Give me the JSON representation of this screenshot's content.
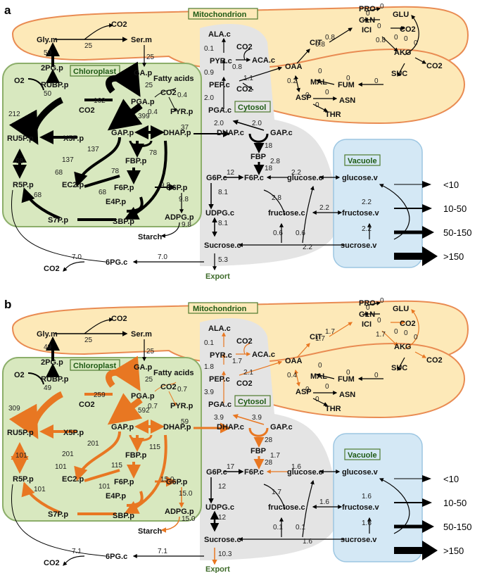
{
  "colors": {
    "flux_a": "#000000",
    "flux_b_orange": "#e87722",
    "flux_b_black": "#000000",
    "mito": "#fde9b8",
    "chloro": "#d8e8bf",
    "cytosol": "#e6e6e6",
    "vacuole": "#d4e8f5"
  },
  "panels": [
    {
      "label": "a",
      "compartments": {
        "mitochondrion": "Mitochondrion",
        "chloroplast": "Chloroplast",
        "cytosol": "Cytosol",
        "vacuole": "Vacuole"
      },
      "export_label": "Export",
      "nodes": {
        "co2_top": "CO2",
        "gly": "Gly.m",
        "ser": "Ser.m",
        "pg2": "2PG.p",
        "o2": "O2",
        "rubp": "RUBP.p",
        "co2_chl": "CO2",
        "gap_p_left": "GA.p",
        "fatty": "Fatty acids",
        "co2_fa": "CO2",
        "pga": "PGA.p",
        "pyr_p": "PYR.p",
        "ru5p": "RU5P.p",
        "x5p": "X5P.p",
        "gap": "GAP.p",
        "dhap": "DHAP.p",
        "fbp_p": "FBP.p",
        "f6p_p": "F6P.p",
        "g6p_p": "G6P.p",
        "r5p": "R5P.p",
        "ec2": "EC2.p",
        "e4p": "E4P.p",
        "adpg": "ADPG.p",
        "s7p": "S7P.p",
        "sbp": "SBP.p",
        "starch": "Starch",
        "ala": "ALA.c",
        "co2_pyr": "CO2",
        "pyr_c": "PYR.c",
        "aca": "ACA.c",
        "pep": "PEP.c",
        "co2_pep": "CO2",
        "pga_c": "PGA.c",
        "dhap_c": "DHAP.c",
        "gap_c": "GAP.c",
        "fbp": "FBP",
        "g6p_c": "G6P.c",
        "f6p_c": "F6P.c",
        "glucose_c": "glucose.c",
        "udpg": "UDPG.c",
        "fructose_c": "fructose.c",
        "sucrose_c": "Sucrose.c",
        "pg6": "6PG.c",
        "co2_6pg": "CO2",
        "cit": "CIT",
        "oaa": "OAA",
        "mal": "MAL",
        "fum": "FUM",
        "suc": "SUC",
        "akg": "AKG",
        "ici": "ICI",
        "co2_ici": "CO2",
        "co2_akg": "CO2",
        "asp": "ASP",
        "asn": "ASN",
        "thr": "THR",
        "pro": "PRO",
        "gln": "GLN",
        "glu": "GLU",
        "glucose_v": "glucose.v",
        "fructose_v": "fructose.v",
        "sucrose_v": "sucrose.v"
      },
      "values": [
        "25",
        "50",
        "50",
        "25",
        "212",
        "162",
        "399",
        "25",
        "0.4",
        "0.4",
        "37",
        "137",
        "137",
        "78",
        "68",
        "78",
        "9.8",
        "68",
        "68",
        "9.8",
        "68",
        "9.8",
        "7.0",
        "7.0",
        "0.1",
        "0.8",
        "0.9",
        "2.0",
        "1.1",
        "2.0",
        "2.0",
        "18",
        "18",
        "2.8",
        "12",
        "8.1",
        "2.8",
        "8.1",
        "0.6",
        "0.6",
        "2.2",
        "2.2",
        "2.2",
        "2.2",
        "2.2",
        "5.3",
        "0.8",
        "0.8",
        "0.8",
        "0",
        "0",
        "0.2",
        "0",
        "0",
        "0",
        "0",
        "0",
        "0",
        "0",
        "0",
        "0",
        "0"
      ]
    },
    {
      "label": "b",
      "compartments": {
        "mitochondrion": "Mitochondrion",
        "chloroplast": "Chloroplast",
        "cytosol": "Cytosol",
        "vacuole": "Vacuole"
      },
      "export_label": "Export",
      "nodes": {
        "co2_top": "CO2",
        "gly": "Gly.m",
        "ser": "Ser.m",
        "pg2": "2PG.p",
        "o2": "O2",
        "rubp": "RUBP.p",
        "co2_chl": "CO2",
        "gap_p_left": "GA.p",
        "fatty": "Fatty acids",
        "co2_fa": "CO2",
        "pga": "PGA.p",
        "pyr_p": "PYR.p",
        "ru5p": "RU5P.p",
        "x5p": "X5P.p",
        "gap": "GAP.p",
        "dhap": "DHAP.p",
        "fbp_p": "FBP.p",
        "f6p_p": "F6P.p",
        "g6p_p": "G6P.p",
        "r5p": "R5P.p",
        "ec2": "EC2.p",
        "e4p": "E4P.p",
        "adpg": "ADPG.p",
        "s7p": "S7P.p",
        "sbp": "SBP.p",
        "starch": "Starch",
        "ala": "ALA.c",
        "co2_pyr": "CO2",
        "pyr_c": "PYR.c",
        "aca": "ACA.c",
        "pep": "PEP.c",
        "co2_pep": "CO2",
        "pga_c": "PGA.c",
        "dhap_c": "DHAP.c",
        "gap_c": "GAP.c",
        "fbp": "FBP",
        "g6p_c": "G6P.c",
        "f6p_c": "F6P.c",
        "glucose_c": "glucose.c",
        "udpg": "UDPG.c",
        "fructose_c": "fructose.c",
        "sucrose_c": "Sucrose.c",
        "pg6": "6PG.c",
        "co2_6pg": "CO2",
        "cit": "CIT",
        "oaa": "OAA",
        "mal": "MAL",
        "fum": "FUM",
        "suc": "SUC",
        "akg": "AKG",
        "ici": "ICI",
        "co2_ici": "CO2",
        "co2_akg": "CO2",
        "asp": "ASP",
        "asn": "ASN",
        "thr": "THR",
        "pro": "PRO",
        "gln": "GLN",
        "glu": "GLU",
        "glucose_v": "glucose.v",
        "fructose_v": "fructose.v",
        "sucrose_v": "sucrose.v"
      },
      "values": [
        "25",
        "49",
        "49",
        "25",
        "309",
        "259",
        "592",
        "25",
        "0.7",
        "0.7",
        "59",
        "201",
        "201",
        "115",
        "101",
        "115",
        "15.0",
        "101",
        "101",
        "15.0",
        "101",
        "15.0",
        "7.1",
        "7.1",
        "0.1",
        "1.7",
        "1.8",
        "3.9",
        "2.1",
        "3.9",
        "3.9",
        "28",
        "28",
        "1.7",
        "17",
        "12",
        "1.7",
        "12",
        "0.1",
        "0.1",
        "1.6",
        "1.6",
        "1.6",
        "1.6",
        "1.6",
        "10.3",
        "1.7",
        "1.7",
        "1.7",
        "0",
        "0",
        "0.4",
        "0",
        "0",
        "0",
        "0",
        "0",
        "0",
        "0",
        "0",
        "0",
        "0"
      ]
    }
  ],
  "legend": [
    {
      "label": "<10"
    },
    {
      "label": "10-50"
    },
    {
      "label": "50-150"
    },
    {
      "label": ">150"
    }
  ]
}
